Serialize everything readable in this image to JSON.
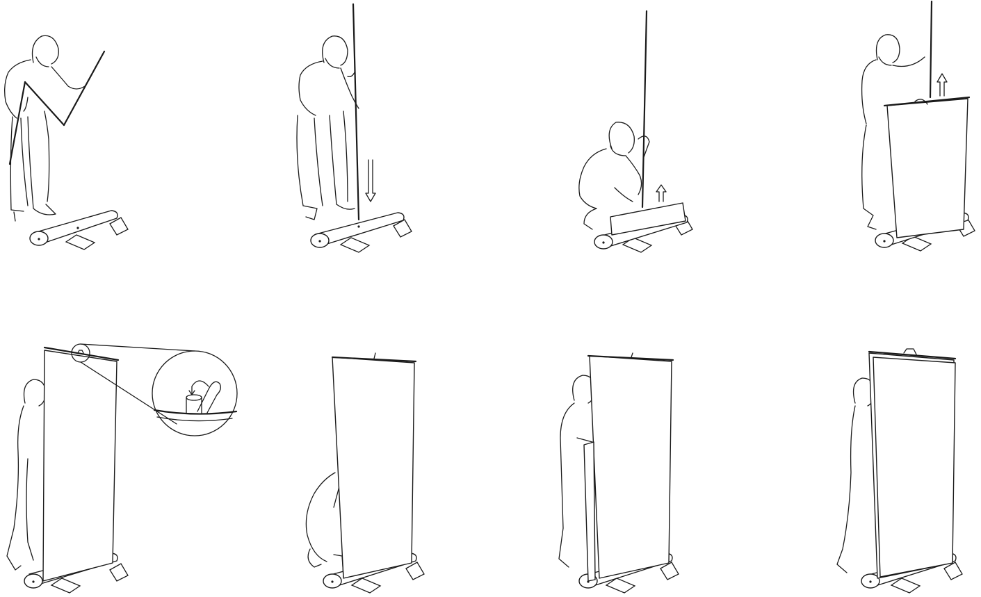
{
  "diagram": {
    "type": "assembly-instructions",
    "panels": [
      {
        "id": "step-1",
        "scene": "person-unfolding-pole",
        "icons": []
      },
      {
        "id": "step-2",
        "scene": "person-inserting-pole-into-base",
        "icons": [
          "arrow-down-icon"
        ]
      },
      {
        "id": "step-3",
        "scene": "person-crouching-lifting-banner",
        "icons": [
          "arrow-up-icon"
        ]
      },
      {
        "id": "step-4",
        "scene": "person-raising-banner-to-pole-top",
        "icons": [
          "arrow-up-icon"
        ]
      },
      {
        "id": "step-5",
        "scene": "banner-hooked-on-pole-detail",
        "icons": [
          "magnifier-detail-icon",
          "hook-icon"
        ]
      },
      {
        "id": "step-6",
        "scene": "person-behind-standing-banner",
        "icons": []
      },
      {
        "id": "step-7",
        "scene": "person-adjusting-banner",
        "icons": []
      },
      {
        "id": "step-8",
        "scene": "finished-rollup-banner",
        "icons": []
      }
    ],
    "colors": {
      "stroke": "#1a1a1a",
      "background": "#ffffff"
    }
  }
}
